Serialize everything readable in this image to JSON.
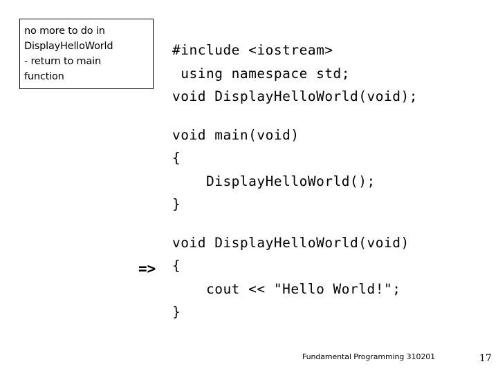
{
  "slide": {
    "background_color": "#ffffff",
    "text_color": "#000000"
  },
  "callout": {
    "border_color": "#000000",
    "lines": [
      "no more to do in",
      "DisplayHelloWorld",
      "- return to main",
      "function"
    ]
  },
  "code": {
    "blocks": [
      {
        "id": "declarations",
        "text": "#include <iostream>\n using namespace std;\nvoid DisplayHelloWorld(void);"
      },
      {
        "id": "main-function",
        "text": "void main(void)\n{\n    DisplayHelloWorld();\n}"
      },
      {
        "id": "display-hello-world-function",
        "text": "void DisplayHelloWorld(void)\n{\n    cout << \"Hello World!\";\n}"
      }
    ]
  },
  "arrow": {
    "glyph": "=>"
  },
  "footer": {
    "course": "Fundamental Programming 310201",
    "page_number": "17"
  }
}
